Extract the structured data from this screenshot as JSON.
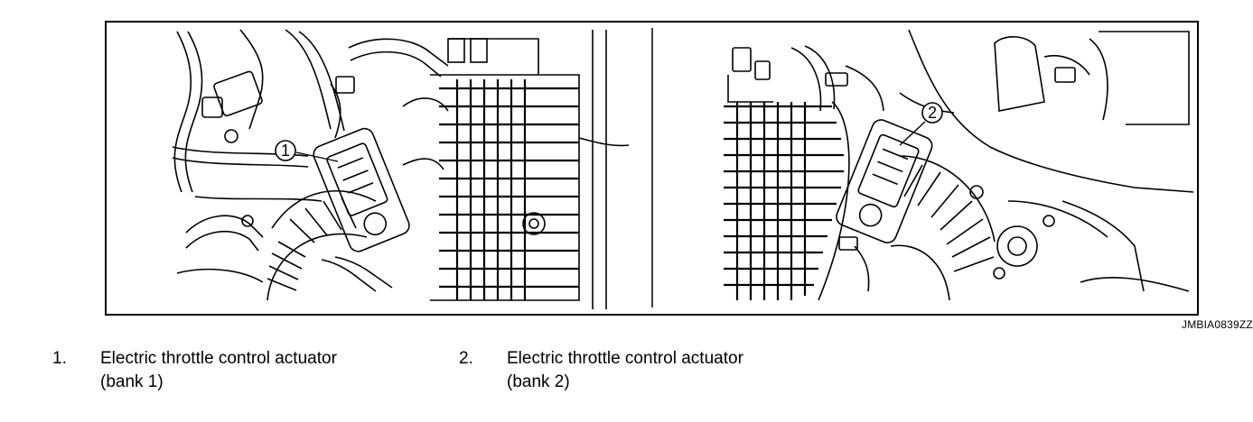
{
  "figure": {
    "reference_code": "JMBIA0839ZZ",
    "callouts": [
      {
        "number": "1"
      },
      {
        "number": "2"
      }
    ]
  },
  "legend": [
    {
      "number": "1.",
      "line1": "Electric throttle control actuator",
      "line2": "(bank 1)"
    },
    {
      "number": "2.",
      "line1": "Electric throttle control actuator",
      "line2": "(bank 2)"
    }
  ]
}
